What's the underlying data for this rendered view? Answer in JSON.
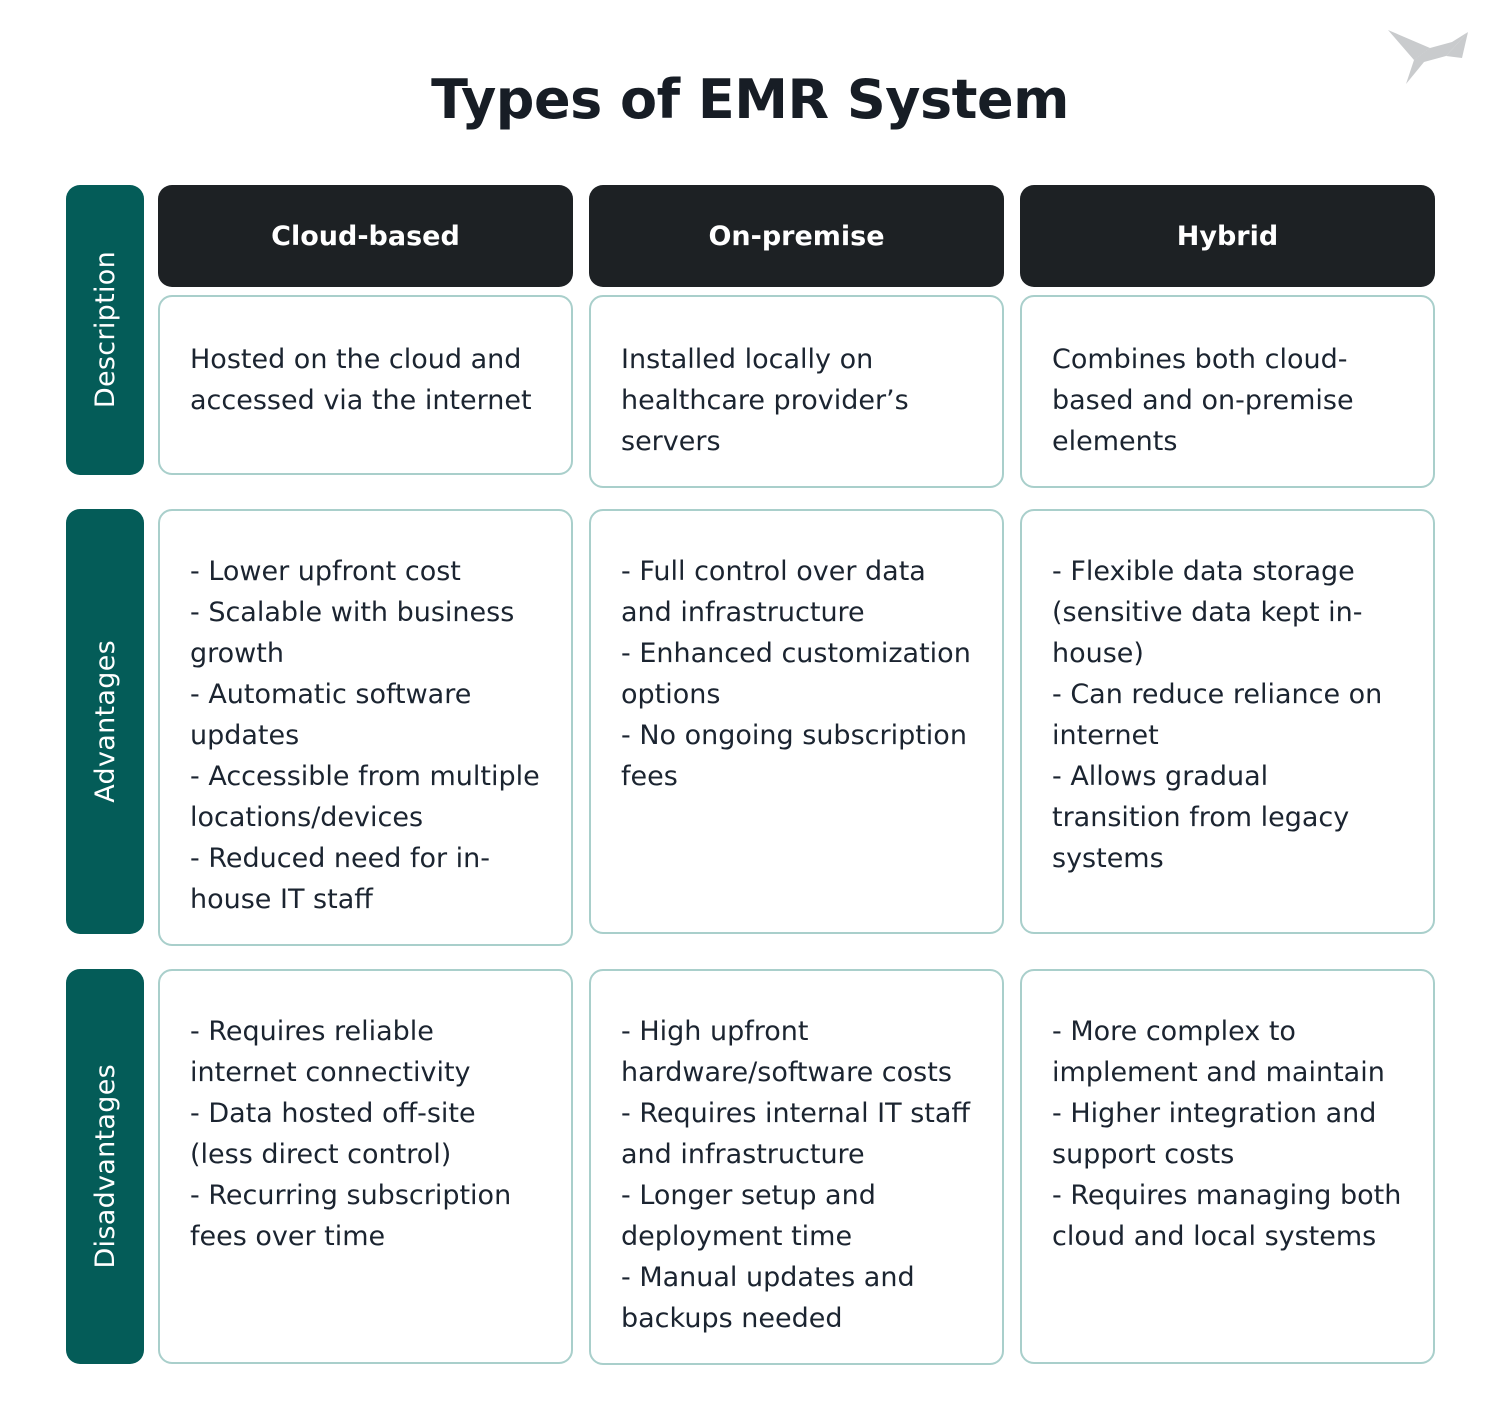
{
  "header": {
    "title": "Types of EMR System",
    "logo_icon": "origami-bird-icon",
    "logo_color": "#c9cbcd"
  },
  "colors": {
    "side_label_bg": "#045c58",
    "column_header_bg": "#1d2124",
    "card_border": "#a9cfcb",
    "text": "#1b2430",
    "title": "#171d25",
    "background": "#ffffff"
  },
  "columns": [
    {
      "label": "Cloud-based"
    },
    {
      "label": "On-premise"
    },
    {
      "label": "Hybrid"
    }
  ],
  "rows": [
    {
      "label": "Description",
      "cells": [
        "Hosted on the cloud and accessed via the internet",
        "Installed locally on healthcare provider’s servers",
        "Combines both cloud-based and on-premise elements"
      ]
    },
    {
      "label": "Advantages",
      "cells": [
        "- Lower upfront cost\n- Scalable with business growth\n- Automatic software updates\n- Accessible from multiple locations/devices\n- Reduced need for in-house IT staff",
        "- Full control over data and infrastructure\n- Enhanced customization options\n- No ongoing subscription fees",
        "- Flexible data storage (sensitive data kept in-house)\n- Can reduce reliance on internet\n- Allows gradual transition from legacy systems"
      ]
    },
    {
      "label": "Disadvantages",
      "cells": [
        "- Requires reliable internet connectivity\n- Data hosted off-site (less direct control)\n- Recurring subscription fees over time",
        "- High upfront hardware/software costs\n- Requires internal IT staff and infrastructure\n- Longer setup and deployment time\n- Manual updates and backups needed",
        "- More complex to implement and maintain\n- Higher integration and support costs\n- Requires managing both cloud and local systems"
      ]
    }
  ]
}
